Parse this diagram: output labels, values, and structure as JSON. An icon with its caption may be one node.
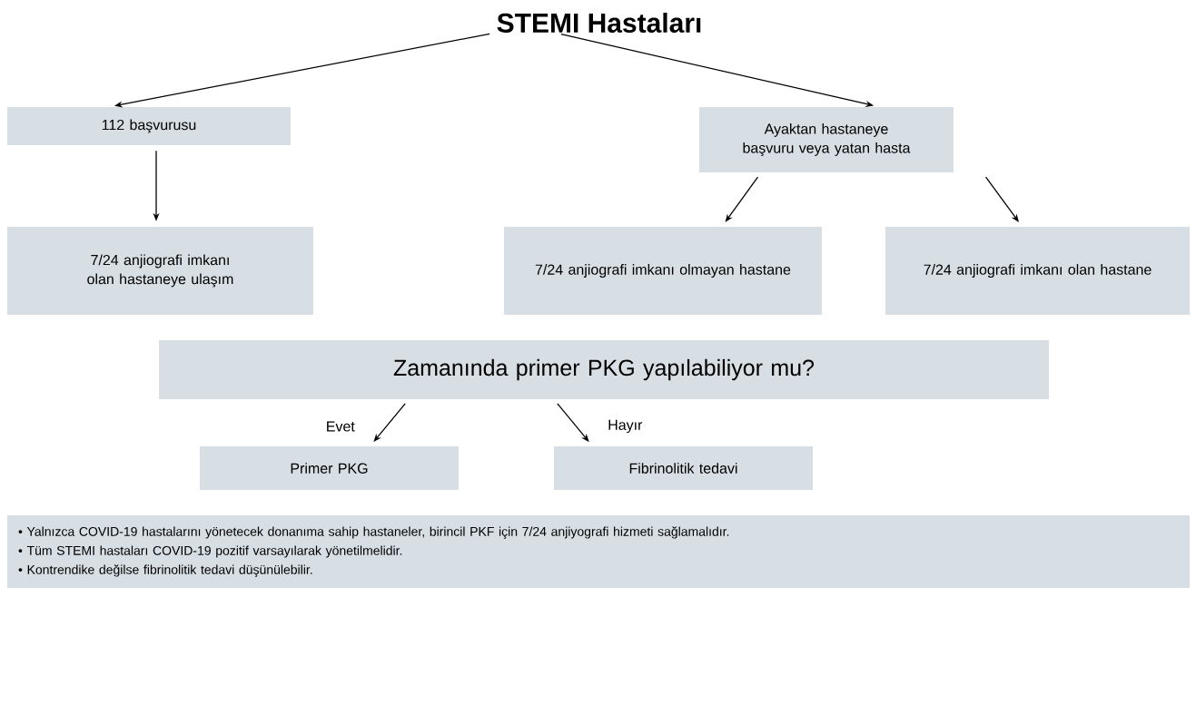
{
  "diagram": {
    "nodes": [
      {
        "text": [
          "STEMI Hastaları"
        ]
      },
      {
        "text": [
          "112 başvurusu"
        ]
      },
      {
        "text": [
          "Ayaktan hastaneye başvuru veya yatan hasta"
        ]
      },
      {
        "text": [
          "7/24 anjiografi imkanı olan hastaneye ulaşım"
        ]
      },
      {
        "text": [
          "7/24 anjiografi imkanı olmayan hastane"
        ]
      },
      {
        "text": [
          "7/24 anjiografi imkanı olan hastane"
        ]
      },
      {
        "text": [
          "Zamanında primer PKG yapılabiliyor mu?"
        ]
      },
      {
        "text": [
          "Primer PKG"
        ]
      },
      {
        "text": [
          "Fibrinolitik tedavi"
        ]
      },
      {
        "text": [
          "• Yalnızca COVID-19 hastalarını yönetecek donanıma sahip hastaneler, birincil PKF için 7/24 anjiyografi hizmeti sağlamalıdır.",
          "• Tüm STEMI hastaları COVID-19 pozitif varsayılarak yönetilmelidir.",
          "• Kontrendike değilse fibrinolitik tedavi düşünülebilir."
        ]
      }
    ],
    "edges": [
      {
        "from": 0,
        "to": 1,
        "arrow": "to"
      },
      {
        "from": 0,
        "to": 2,
        "arrow": "to"
      },
      {
        "from": 1,
        "to": 3,
        "arrow": "to"
      },
      {
        "from": 2,
        "to": 4,
        "arrow": "to"
      },
      {
        "from": 2,
        "to": 5,
        "arrow": "to"
      },
      {
        "from": 6,
        "to": 7,
        "arrow": "to",
        "label": "Evet"
      },
      {
        "from": 6,
        "to": 8,
        "arrow": "to",
        "label": "Hayır"
      }
    ]
  }
}
